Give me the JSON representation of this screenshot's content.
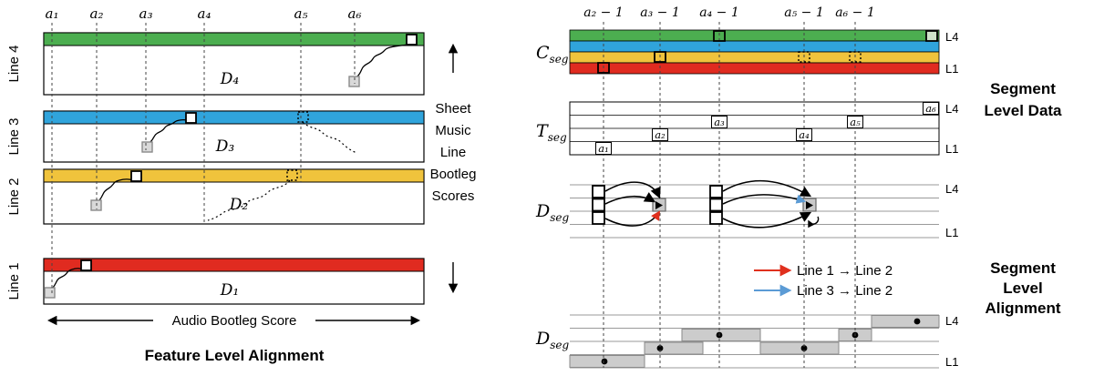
{
  "colors": {
    "red": "#e02b20",
    "yellow": "#f0c33c",
    "blue": "#30a4dc",
    "green": "#4cae50",
    "gray": "#cccccc",
    "arrow_red": "#e0301e",
    "arrow_blue": "#5b9bd5"
  },
  "left": {
    "markers": [
      "a₁",
      "a₂",
      "a₃",
      "a₄",
      "a₅",
      "a₆"
    ],
    "rows": [
      {
        "side": "Line 4",
        "d": "D₄"
      },
      {
        "side": "Line 3",
        "d": "D₃"
      },
      {
        "side": "Line 2",
        "d": "D₂"
      },
      {
        "side": "Line 1",
        "d": "D₁"
      }
    ],
    "axis": "Audio Bootleg Score",
    "title": "Feature Level Alignment",
    "side_words": [
      "Sheet",
      "Music",
      "Line",
      "Bootleg",
      "Scores"
    ]
  },
  "right": {
    "markers": [
      "a₂ − 1",
      "a₃ − 1",
      "a₄ − 1",
      "a₅ − 1",
      "a₆ − 1"
    ],
    "l4": "L4",
    "l1": "L1",
    "cseg": {
      "m": "C",
      "s": "seg"
    },
    "tseg": {
      "m": "T",
      "s": "seg"
    },
    "dseg": {
      "m": "D",
      "s": "seg"
    },
    "tmarks": [
      "a₁",
      "a₂",
      "a₃",
      "a₄",
      "a₅",
      "a₆"
    ],
    "legend": [
      {
        "label": "Line 1 → Line 2"
      },
      {
        "label": "Line 3 → Line 2"
      }
    ],
    "data_label": [
      "Segment",
      "Level Data"
    ],
    "align_label": [
      "Segment",
      "Level",
      "Alignment"
    ]
  }
}
